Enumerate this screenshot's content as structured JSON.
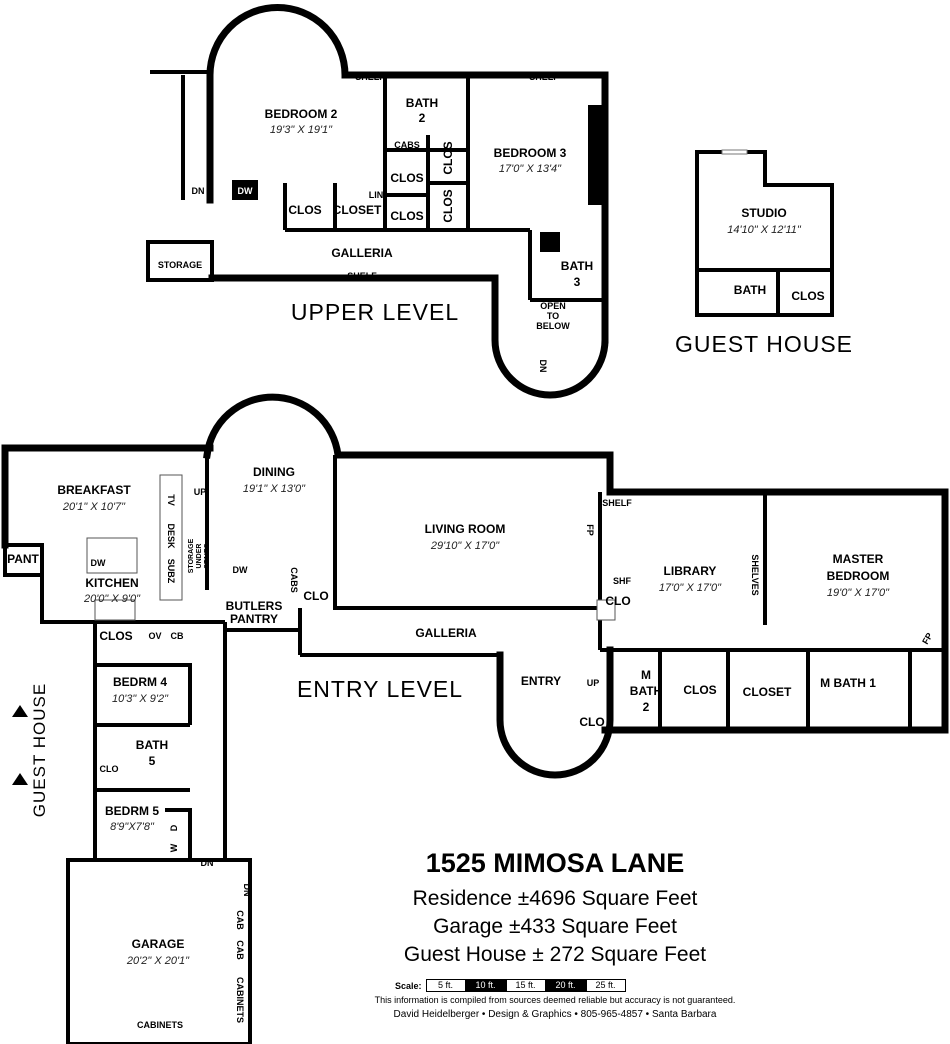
{
  "levels": {
    "upper": "UPPER LEVEL",
    "entry": "ENTRY LEVEL",
    "guest": "GUEST HOUSE",
    "guest_arrow": "GUEST HOUSE"
  },
  "upper": {
    "bedroom2": "BEDROOM 2",
    "bedroom2_dims": "19'3\" X 19'1\"",
    "bath2_a": "BATH",
    "bath2_b": "2",
    "shelf1": "SHELF",
    "shelf2": "SHELF",
    "shelf3": "SHELF",
    "cabs": "CABS",
    "bedroom3": "BEDROOM 3",
    "bedroom3_dims": "17'0\" X 13'4\"",
    "clos1": "CLOS",
    "clos2": "CLOS",
    "clos3": "CLOS",
    "clos4": "CLOS",
    "clos5": "CLOS",
    "closet": "CLOSET",
    "lin": "LIN",
    "dw": "DW",
    "dn1": "DN",
    "dn2": "DN",
    "galleria": "GALLERIA",
    "storage": "STORAGE",
    "bath3_a": "BATH",
    "bath3_b": "3",
    "open1": "OPEN",
    "open2": "TO",
    "open3": "BELOW"
  },
  "guest_house": {
    "studio": "STUDIO",
    "studio_dims": "14'10\" X 12'11\"",
    "bath": "BATH",
    "clos": "CLOS"
  },
  "entry": {
    "breakfast": "BREAKFAST",
    "breakfast_dims": "20'1\" X 10'7\"",
    "pant": "PANT",
    "kitchen": "KITCHEN",
    "kitchen_dims": "20'0\" X 9'0\"",
    "dw1": "DW",
    "tv": "TV",
    "desk": "DESK",
    "subz": "SUBZ",
    "up1": "UP",
    "storage1": "STORAGE",
    "storage2": "UNDER",
    "storage3": "STAIRS",
    "dining": "DINING",
    "dining_dims": "19'1\" X 13'0\"",
    "dw2": "DW",
    "cabs": "CABS",
    "clo1": "CLO",
    "butlers1": "BUTLERS",
    "butlers2": "PANTRY",
    "living": "LIVING ROOM",
    "living_dims": "29'10\" X 17'0\"",
    "fp1": "FP",
    "shelf": "SHELF",
    "shf": "SHF",
    "clo2": "CLO",
    "library": "LIBRARY",
    "library_dims": "17'0\" X 17'0\"",
    "shelves": "SHELVES",
    "master1": "MASTER",
    "master2": "BEDROOM",
    "master_dims": "19'0\" X 17'0\"",
    "fp2": "FP",
    "galleria": "GALLERIA",
    "entry": "ENTRY",
    "up2": "UP",
    "clo3": "CLO",
    "mbath2_a": "M",
    "mbath2_b": "BATH",
    "mbath2_c": "2",
    "clos1": "CLOS",
    "closet": "CLOSET",
    "mbath1": "M BATH 1",
    "clos2": "CLOS",
    "ov": "OV",
    "cb": "CB",
    "bedrm4": "BEDRM 4",
    "bedrm4_dims": "10'3\" X 9'2\"",
    "bath5_a": "BATH",
    "bath5_b": "5",
    "clo4": "CLO",
    "bedrm5": "BEDRM 5",
    "bedrm5_dims": "8'9\"X7'8\"",
    "d": "D",
    "w": "W",
    "dn1": "DN",
    "dn2": "DN",
    "garage": "GARAGE",
    "garage_dims": "20'2\" X 20'1\"",
    "cab1": "CAB",
    "cab2": "CAB",
    "cabinets1": "CABINETS",
    "cabinets2": "CABINETS"
  },
  "title_block": {
    "address": "1525 MIMOSA LANE",
    "residence": "Residence ±4696 Square Feet",
    "garage": "Garage ±433 Square Feet",
    "guest_house": "Guest House ± 272 Square Feet",
    "scale_label": "Scale:",
    "scale_marks": [
      "5 ft.",
      "10 ft.",
      "15 ft.",
      "20 ft.",
      "25 ft."
    ],
    "disclaimer": "This information is compiled from sources deemed reliable but accuracy is not guaranteed.",
    "credit": "David Heidelberger • Design & Graphics • 805-965-4857 • Santa Barbara"
  }
}
